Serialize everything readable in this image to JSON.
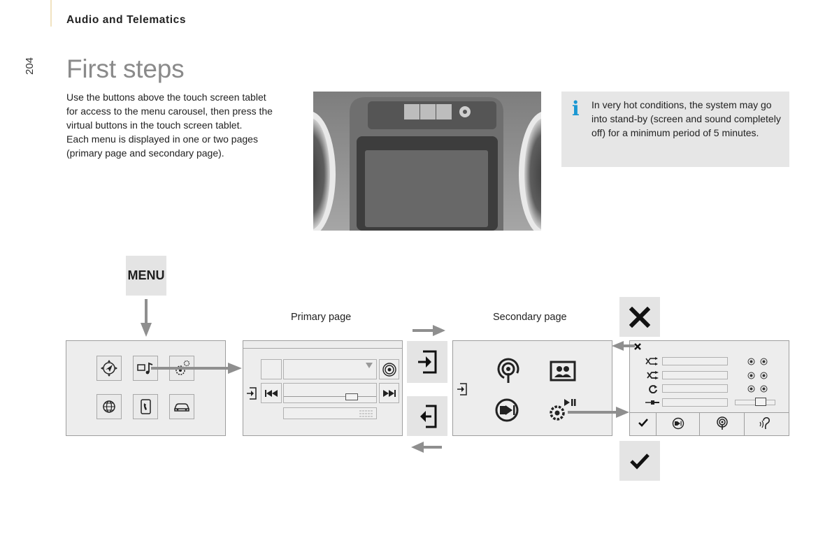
{
  "header": {
    "section_title": "Audio and Telematics",
    "page_number": "204"
  },
  "main": {
    "heading": "First steps",
    "intro_lines": [
      "Use the buttons above the touch screen tablet",
      "for access to the menu carousel, then press the",
      "virtual buttons in the touch screen tablet.",
      "Each menu is displayed in one or two pages",
      "(primary page and secondary page)."
    ],
    "info_box": {
      "icon": "info-icon",
      "icon_glyph": "i",
      "text": "In very hot conditions, the system may go into stand-by (screen and sound completely off) for a minimum period of 5 minutes."
    }
  },
  "diagram": {
    "menu_key_label": "MENU",
    "primary_page_label": "Primary page",
    "secondary_page_label": "Secondary page",
    "colors": {
      "key_bg": "#e4e4e4",
      "screen_bg": "#ededed",
      "arrow": "#8f8f8f",
      "info_accent": "#1a97d2"
    },
    "menu_screen_icons": [
      "navigation-icon",
      "media-icon",
      "settings-icon",
      "connected-services-icon",
      "telephone-icon",
      "vehicle-icon"
    ],
    "secondary_screen_icons": [
      "radio-icon",
      "photo-icon",
      "media-player-icon",
      "audio-settings-icon"
    ],
    "settings_rows": [
      "shuffle-icon",
      "random-icon",
      "repeat-icon",
      "auxiliary-icon"
    ],
    "settings_tabs": [
      "confirm-tab-icon",
      "media-tab-icon",
      "radio-tab-icon",
      "voice-tab-icon"
    ]
  }
}
